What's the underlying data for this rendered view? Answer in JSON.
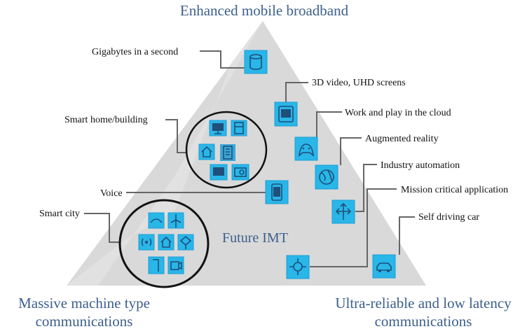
{
  "titles": {
    "top": "Enhanced mobile broadband",
    "left_line1": "Massive machine type",
    "left_line2": "communications",
    "right_line1": "Ultra-reliable and low latency",
    "right_line2": "communications",
    "center": "Future IMT"
  },
  "labels": {
    "gigabytes": "Gigabytes in a second",
    "video": "3D video, UHD screens",
    "cloud": "Work and play in the cloud",
    "ar": "Augmented reality",
    "industry": "Industry automation",
    "mission": "Mission critical application",
    "car": "Self driving car",
    "home": "Smart home/building",
    "voice": "Voice",
    "city": "Smart city"
  },
  "colors": {
    "triangle": "#d9d9d9",
    "icon": "#29b6e8",
    "title": "#3d5f8c"
  }
}
